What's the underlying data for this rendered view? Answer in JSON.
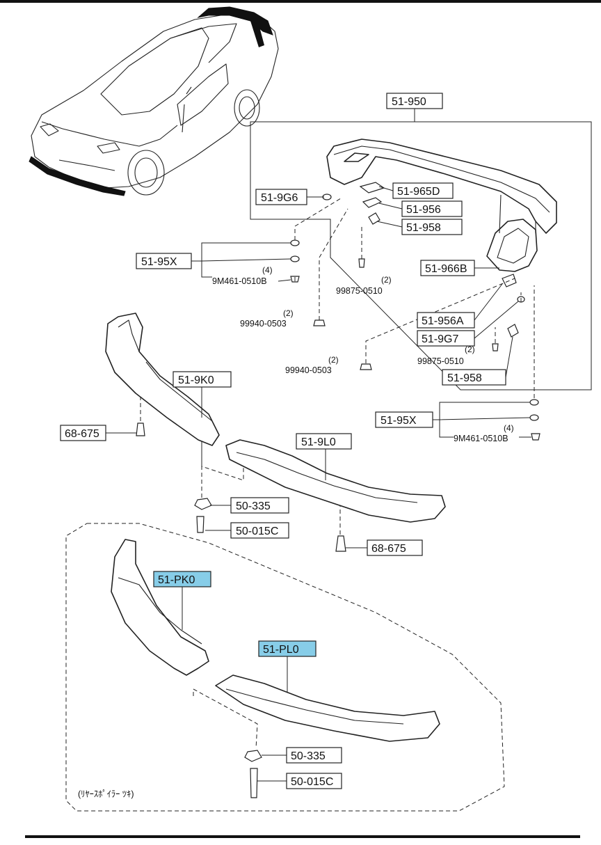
{
  "labels": {
    "p51_950": "51-950",
    "p51_9G6": "51-9G6",
    "p51_965D": "51-965D",
    "p51_956": "51-956",
    "p51_958_top": "51-958",
    "p51_95X_left": "51-95X",
    "p9M461_left": "9M461-0510B",
    "qty4_left": "(4)",
    "p99875_top": "99875-0510",
    "qty2_99875_top": "(2)",
    "p99940_left": "99940-0503",
    "qty2_99940_left": "(2)",
    "p51_966B": "51-966B",
    "p51_956A": "51-956A",
    "p51_9G7": "51-9G7",
    "p99875_bottom": "99875-0510",
    "qty2_99875_bottom": "(2)",
    "p51_958_bottom": "51-958",
    "p99940_right": "99940-0503",
    "qty2_99940_right": "(2)",
    "p51_9K0": "51-9K0",
    "p68_675_left": "68-675",
    "p51_95X_right": "51-95X",
    "p9M461_right": "9M461-0510B",
    "qty4_right": "(4)",
    "p51_9L0": "51-9L0",
    "p50_335_top": "50-335",
    "p50_015C_top": "50-015C",
    "p68_675_right": "68-675",
    "p51_PK0": "51-PK0",
    "p51_PL0": "51-PL0",
    "p50_335_bottom": "50-335",
    "p50_015C_bottom": "50-015C",
    "note": "(ﾘﾔｰｽﾎﾟｲﾗｰ ﾂｷ)"
  },
  "colors": {
    "highlight": "#87cde8",
    "line": "#222222",
    "background": "#ffffff"
  }
}
